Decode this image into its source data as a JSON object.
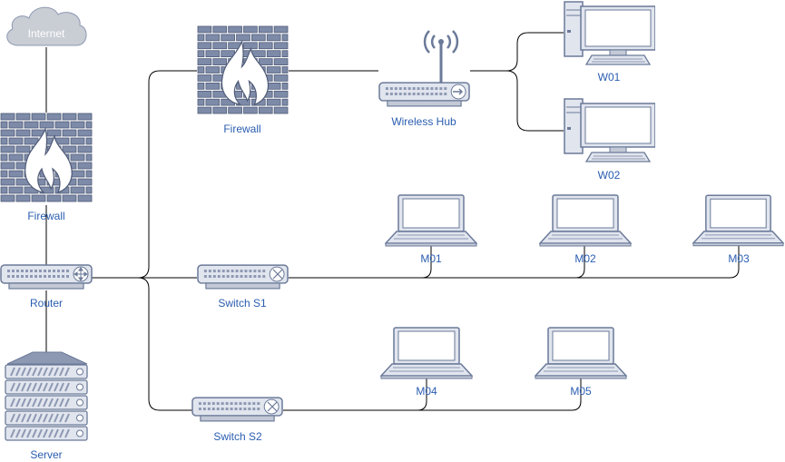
{
  "diagram": {
    "nodes": {
      "internet": {
        "label": "Internet",
        "icon": "cloud-icon"
      },
      "firewall_left": {
        "label": "Firewall",
        "icon": "firewall-icon"
      },
      "firewall_top": {
        "label": "Firewall",
        "icon": "firewall-icon"
      },
      "router": {
        "label": "Router",
        "icon": "router-icon"
      },
      "server": {
        "label": "Server",
        "icon": "server-icon"
      },
      "wireless_hub": {
        "label": "Wireless Hub",
        "icon": "wireless-hub-icon"
      },
      "w01": {
        "label": "W01",
        "icon": "desktop-icon"
      },
      "w02": {
        "label": "W02",
        "icon": "desktop-icon"
      },
      "switch_s1": {
        "label": "Switch S1",
        "icon": "switch-icon"
      },
      "switch_s2": {
        "label": "Switch S2",
        "icon": "switch-icon"
      },
      "m01": {
        "label": "M01",
        "icon": "laptop-icon"
      },
      "m02": {
        "label": "M02",
        "icon": "laptop-icon"
      },
      "m03": {
        "label": "M03",
        "icon": "laptop-icon"
      },
      "m04": {
        "label": "M04",
        "icon": "laptop-icon"
      },
      "m05": {
        "label": "M05",
        "icon": "laptop-icon"
      }
    },
    "colors": {
      "label": "#2a5db0",
      "device_fill": "#e1e5ee",
      "device_stroke": "#6b7a99",
      "wall_fill": "#7d8aa8",
      "cloud_fill": "#c9cdd4",
      "wire": "#000000"
    }
  }
}
